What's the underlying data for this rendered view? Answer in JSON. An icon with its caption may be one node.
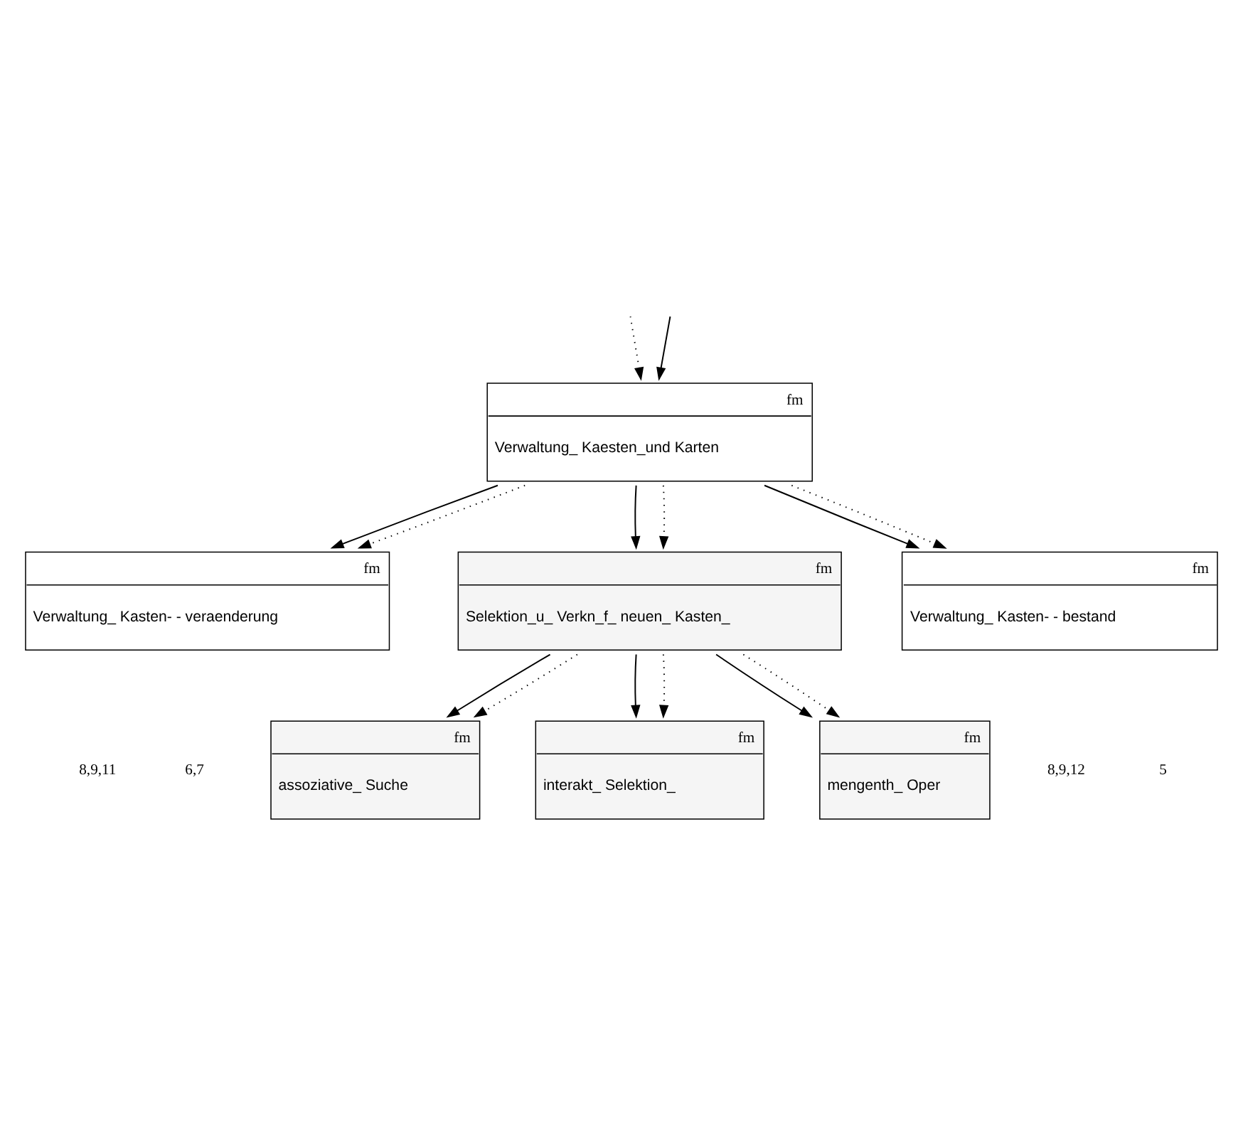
{
  "diagram": {
    "nodes": [
      {
        "text": [
          "fm",
          "Verwaltung_ Kaesten_und Karten"
        ]
      },
      {
        "text": [
          "fm",
          "Verwaltung_ Kasten- - veraenderung"
        ]
      },
      {
        "text": [
          "fm",
          "Selektion_u_ Verkn_f_ neuen_ Kasten_"
        ]
      },
      {
        "text": [
          "fm",
          "Verwaltung_ Kasten- - bestand"
        ]
      },
      {
        "text": [
          "fm",
          "assoziative_ Suche"
        ]
      },
      {
        "text": [
          "fm",
          "interakt_ Selektion_"
        ]
      },
      {
        "text": [
          "fm",
          "mengenth_ Oper"
        ]
      }
    ],
    "edges": [
      {
        "from": null,
        "to": 0,
        "arrow": "to"
      },
      {
        "from": null,
        "to": 0,
        "arrow": "to",
        "style": "dashed"
      },
      {
        "from": 0,
        "to": 1,
        "arrow": "to"
      },
      {
        "from": 0,
        "to": 1,
        "arrow": "to",
        "style": "dashed"
      },
      {
        "from": 0,
        "to": 2,
        "arrow": "to"
      },
      {
        "from": 0,
        "to": 2,
        "arrow": "to",
        "style": "dashed"
      },
      {
        "from": 0,
        "to": 3,
        "arrow": "to"
      },
      {
        "from": 0,
        "to": 3,
        "arrow": "to",
        "style": "dashed"
      },
      {
        "from": 2,
        "to": 4,
        "arrow": "to"
      },
      {
        "from": 2,
        "to": 4,
        "arrow": "to",
        "style": "dashed"
      },
      {
        "from": 2,
        "to": 5,
        "arrow": "to"
      },
      {
        "from": 2,
        "to": 5,
        "arrow": "to",
        "style": "dashed"
      },
      {
        "from": 2,
        "to": 6,
        "arrow": "to"
      },
      {
        "from": 2,
        "to": 6,
        "arrow": "to",
        "style": "dashed"
      }
    ],
    "labels": [
      "8,9,11",
      "6,7",
      "8,9,12",
      "5"
    ]
  }
}
